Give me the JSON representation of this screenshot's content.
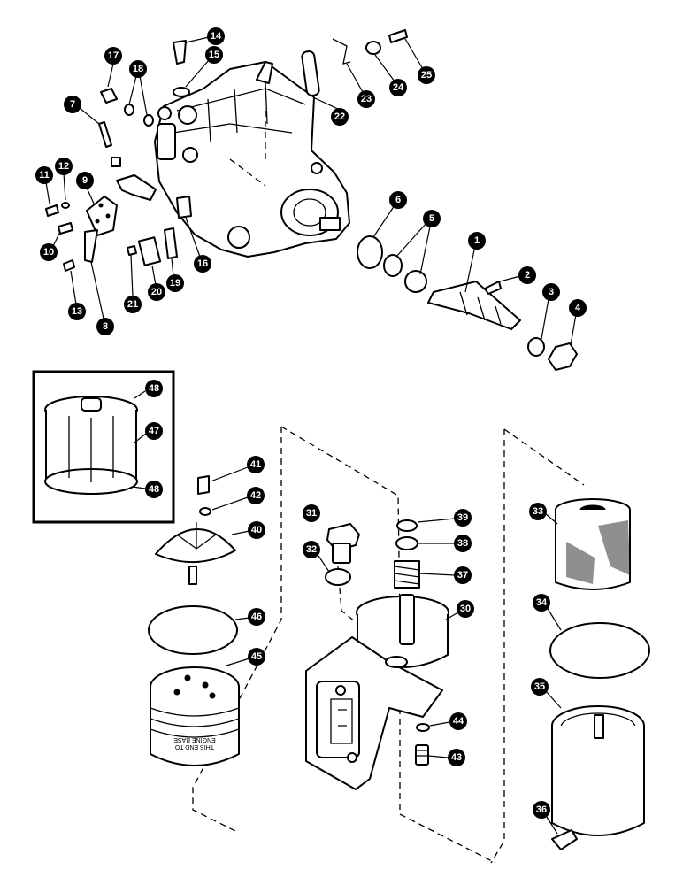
{
  "callouts": [
    {
      "id": "c1",
      "label": "1"
    },
    {
      "id": "c2",
      "label": "2"
    },
    {
      "id": "c3",
      "label": "3"
    },
    {
      "id": "c4",
      "label": "4"
    },
    {
      "id": "c5",
      "label": "5"
    },
    {
      "id": "c6",
      "label": "6"
    },
    {
      "id": "c7",
      "label": "7"
    },
    {
      "id": "c8",
      "label": "8"
    },
    {
      "id": "c9",
      "label": "9"
    },
    {
      "id": "c10",
      "label": "10"
    },
    {
      "id": "c11",
      "label": "11"
    },
    {
      "id": "c12",
      "label": "12"
    },
    {
      "id": "c13",
      "label": "13"
    },
    {
      "id": "c14",
      "label": "14"
    },
    {
      "id": "c15",
      "label": "15"
    },
    {
      "id": "c16",
      "label": "16"
    },
    {
      "id": "c17",
      "label": "17"
    },
    {
      "id": "c18",
      "label": "18"
    },
    {
      "id": "c19",
      "label": "19"
    },
    {
      "id": "c20",
      "label": "20"
    },
    {
      "id": "c21",
      "label": "21"
    },
    {
      "id": "c22",
      "label": "22"
    },
    {
      "id": "c23",
      "label": "23"
    },
    {
      "id": "c24",
      "label": "24"
    },
    {
      "id": "c25",
      "label": "25"
    },
    {
      "id": "c30",
      "label": "30"
    },
    {
      "id": "c31",
      "label": "31"
    },
    {
      "id": "c32",
      "label": "32"
    },
    {
      "id": "c33",
      "label": "33"
    },
    {
      "id": "c34",
      "label": "34"
    },
    {
      "id": "c35",
      "label": "35"
    },
    {
      "id": "c36",
      "label": "36"
    },
    {
      "id": "c37",
      "label": "37"
    },
    {
      "id": "c38",
      "label": "38"
    },
    {
      "id": "c39",
      "label": "39"
    },
    {
      "id": "c40",
      "label": "40"
    },
    {
      "id": "c41",
      "label": "41"
    },
    {
      "id": "c42",
      "label": "42"
    },
    {
      "id": "c43",
      "label": "43"
    },
    {
      "id": "c44",
      "label": "44"
    },
    {
      "id": "c45",
      "label": "45"
    },
    {
      "id": "c46",
      "label": "46"
    },
    {
      "id": "c47",
      "label": "47"
    },
    {
      "id": "c48a",
      "label": "48"
    },
    {
      "id": "c48b",
      "label": "48"
    }
  ],
  "filter_canister_text": [
    "THIS END TO",
    "ENGINE BASE"
  ]
}
